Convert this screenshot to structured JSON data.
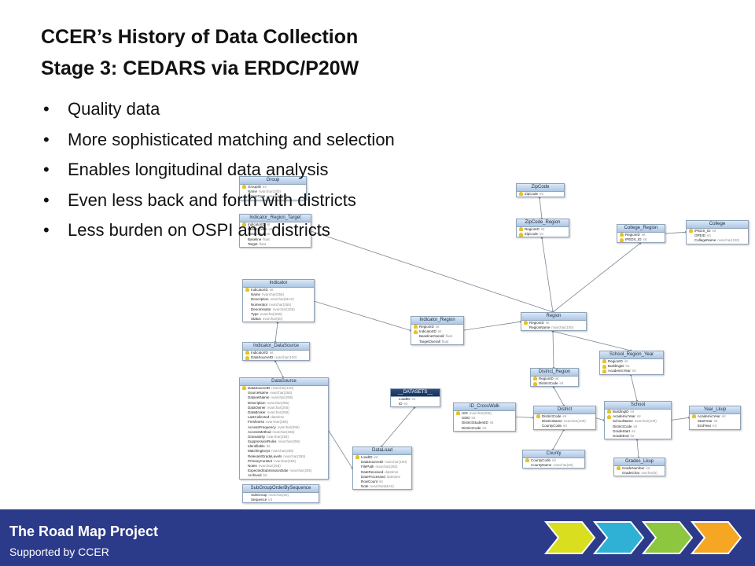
{
  "slide": {
    "title_line1": "CCER’s History of Data Collection",
    "title_line2": "Stage 3: CEDARS via ERDC/P20W",
    "bullet_symbol": "•",
    "bullets": [
      "Quality data",
      "More sophisticated matching and selection",
      "Enables longitudinal data analysis",
      "Even less back and forth with districts",
      "Less burden on OSPI and districts"
    ]
  },
  "footer": {
    "title": "The Road Map Project",
    "subtitle": "Supported by CCER",
    "background": "#2c3a8a",
    "chevron_colors": [
      "#d9df1f",
      "#2fb1d6",
      "#8dc63f",
      "#f5a623"
    ]
  },
  "diagram": {
    "entities": [
      {
        "id": "group",
        "name": "Group",
        "fields": [
          {
            "n": "GroupID",
            "t": "int",
            "pk": true
          },
          {
            "n": "Name",
            "t": "nvarchar(100)"
          },
          {
            "n": "GroupType",
            "t": "nvarchar(50)"
          }
        ]
      },
      {
        "id": "indicator_region_target",
        "name": "Indicator_Region_Target",
        "fields": [
          {
            "n": "IndicatorID",
            "t": "int",
            "pk": true
          },
          {
            "n": "DistrictCode",
            "t": "int"
          },
          {
            "n": "Year",
            "t": "datetime"
          },
          {
            "n": "Baseline",
            "t": "float"
          },
          {
            "n": "Target",
            "t": "float"
          }
        ]
      },
      {
        "id": "indicator",
        "name": "Indicator",
        "fields": [
          {
            "n": "IndicatorID",
            "t": "int",
            "pk": true
          },
          {
            "n": "Name",
            "t": "nvarchar(255)"
          },
          {
            "n": "Description",
            "t": "nvarchar(MAX)"
          },
          {
            "n": "Numerator",
            "t": "nvarchar(255)"
          },
          {
            "n": "Denominator",
            "t": "nvarchar(255)"
          },
          {
            "n": "Type",
            "t": "nvarchar(255)"
          },
          {
            "n": "Status",
            "t": "nvarchar(50)"
          }
        ]
      },
      {
        "id": "indicator_datasource",
        "name": "Indicator_DataSource",
        "fields": [
          {
            "n": "IndicatorID",
            "t": "int",
            "pk": true
          },
          {
            "n": "DataSourceID",
            "t": "nvarchar(100)",
            "pk": true
          }
        ]
      },
      {
        "id": "datasource",
        "name": "DataSource",
        "fields": [
          {
            "n": "DataSourceID",
            "t": "nvarchar(100)",
            "pk": true
          },
          {
            "n": "SourceName",
            "t": "nvarchar(255)"
          },
          {
            "n": "DatasetName",
            "t": "nvarchar(255)"
          },
          {
            "n": "Description",
            "t": "nvarchar(255)"
          },
          {
            "n": "DataOwner",
            "t": "nvarchar(255)"
          },
          {
            "n": "DataBroker",
            "t": "nvarchar(255)"
          },
          {
            "n": "LastCollected",
            "t": "datetime"
          },
          {
            "n": "Freshness",
            "t": "nvarchar(255)"
          },
          {
            "n": "AccessFrequency",
            "t": "nvarchar(255)"
          },
          {
            "n": "AccessMethod",
            "t": "nvarchar(255)"
          },
          {
            "n": "Granularity",
            "t": "nvarchar(255)"
          },
          {
            "n": "SuppressionRules",
            "t": "nvarchar(255)"
          },
          {
            "n": "Identifiable",
            "t": "bit"
          },
          {
            "n": "MatchingKeys",
            "t": "nvarchar(255)"
          },
          {
            "n": "RelevantGradeLevels",
            "t": "nvarchar(255)"
          },
          {
            "n": "PrimaryContact",
            "t": "nvarchar(255)"
          },
          {
            "n": "Notes",
            "t": "nvarchar(255)"
          },
          {
            "n": "ExpectedSubmissionDate",
            "t": "nvarchar(255)"
          },
          {
            "n": "Archived",
            "t": "bit"
          }
        ]
      },
      {
        "id": "subgrouporderbysequence",
        "name": "SubGroupOrderBySequence",
        "fields": [
          {
            "n": "SubGroup",
            "t": "nvarchar(50)"
          },
          {
            "n": "Sequence",
            "t": "int"
          }
        ]
      },
      {
        "id": "indicator_region",
        "name": "Indicator_Region",
        "fields": [
          {
            "n": "RegionID",
            "t": "int",
            "pk": true
          },
          {
            "n": "IndicatorID",
            "t": "int",
            "pk": true
          },
          {
            "n": "BaselineOverall",
            "t": "float"
          },
          {
            "n": "TargetOverall",
            "t": "float"
          }
        ]
      },
      {
        "id": "datasets",
        "name": "__DATASETS__",
        "dark": true,
        "fields": [
          {
            "n": "LoadID",
            "t": "int"
          },
          {
            "n": "ID",
            "t": "int"
          }
        ]
      },
      {
        "id": "dataload",
        "name": "DataLoad",
        "fields": [
          {
            "n": "LoadID",
            "t": "int",
            "pk": true
          },
          {
            "n": "DataSourceID",
            "t": "nvarchar(100)"
          },
          {
            "n": "FilePath",
            "t": "nvarchar(260)"
          },
          {
            "n": "DateReceived",
            "t": "datetime"
          },
          {
            "n": "DateProcessed",
            "t": "datetime"
          },
          {
            "n": "RowCount",
            "t": "int"
          },
          {
            "n": "Note",
            "t": "nvarchar(MAX)"
          }
        ]
      },
      {
        "id": "id_crosswalk",
        "name": "ID_CrossWalk",
        "fields": [
          {
            "n": "UID",
            "t": "nvarchar(255)",
            "pk": true
          },
          {
            "n": "SSID",
            "t": "int"
          },
          {
            "n": "DistrictStudentID",
            "t": "int"
          },
          {
            "n": "DistrictCode",
            "t": "int"
          }
        ]
      },
      {
        "id": "zipcode",
        "name": "ZipCode",
        "fields": [
          {
            "n": "ZipCode",
            "t": "int",
            "pk": true
          }
        ]
      },
      {
        "id": "zipcode_region",
        "name": "ZipCode_Region",
        "fields": [
          {
            "n": "RegionID",
            "t": "int",
            "pk": true
          },
          {
            "n": "ZipCode",
            "t": "int",
            "pk": true
          }
        ]
      },
      {
        "id": "college_region",
        "name": "College_Region",
        "fields": [
          {
            "n": "RegionID",
            "t": "int",
            "pk": true
          },
          {
            "n": "IPEDS_ID",
            "t": "int",
            "pk": true
          }
        ]
      },
      {
        "id": "college",
        "name": "College",
        "fields": [
          {
            "n": "IPEDS_ID",
            "t": "int",
            "pk": true
          },
          {
            "n": "OPEID",
            "t": "int"
          },
          {
            "n": "CollegeName",
            "t": "nvarchar(100)"
          }
        ]
      },
      {
        "id": "region",
        "name": "Region",
        "fields": [
          {
            "n": "RegionID",
            "t": "int",
            "pk": true
          },
          {
            "n": "RegionName",
            "t": "nvarchar(100)"
          }
        ]
      },
      {
        "id": "school_region_year",
        "name": "School_Region_Year",
        "fields": [
          {
            "n": "RegionID",
            "t": "int",
            "pk": true
          },
          {
            "n": "BuildingID",
            "t": "int",
            "pk": true
          },
          {
            "n": "AcademicYear",
            "t": "int",
            "pk": true
          }
        ]
      },
      {
        "id": "district_region",
        "name": "District_Region",
        "fields": [
          {
            "n": "RegionID",
            "t": "int",
            "pk": true
          },
          {
            "n": "DistrictCode",
            "t": "int",
            "pk": true
          }
        ]
      },
      {
        "id": "district",
        "name": "District",
        "fields": [
          {
            "n": "DistrictCode",
            "t": "int",
            "pk": true
          },
          {
            "n": "DistrictName",
            "t": "nvarchar(100)"
          },
          {
            "n": "CountyCode",
            "t": "int"
          }
        ]
      },
      {
        "id": "county",
        "name": "County",
        "fields": [
          {
            "n": "CountyCode",
            "t": "int",
            "pk": true
          },
          {
            "n": "CountyName",
            "t": "nvarchar(50)"
          }
        ]
      },
      {
        "id": "school",
        "name": "School",
        "fields": [
          {
            "n": "BuildingID",
            "t": "int",
            "pk": true
          },
          {
            "n": "AcademicYear",
            "t": "int",
            "pk": true
          },
          {
            "n": "SchoolName",
            "t": "nvarchar(100)"
          },
          {
            "n": "DistrictCode",
            "t": "int"
          },
          {
            "n": "GradeStart",
            "t": "int"
          },
          {
            "n": "GradeEnd",
            "t": "int"
          }
        ]
      },
      {
        "id": "year_lkup",
        "name": "Year_Lkup",
        "fields": [
          {
            "n": "AcademicYear",
            "t": "int",
            "pk": true
          },
          {
            "n": "StartYear",
            "t": "int"
          },
          {
            "n": "EndYear",
            "t": "int"
          }
        ]
      },
      {
        "id": "grades_lkup",
        "name": "Grades_Lkup",
        "fields": [
          {
            "n": "GradeNumber",
            "t": "int",
            "pk": true
          },
          {
            "n": "GradeChar",
            "t": "varchar(5)"
          }
        ]
      }
    ],
    "relationships": [
      [
        "zipcode",
        "zipcode_region"
      ],
      [
        "zipcode_region",
        "region"
      ],
      [
        "college",
        "college_region"
      ],
      [
        "college_region",
        "region"
      ],
      [
        "indicator_region_target",
        "region"
      ],
      [
        "indicator",
        "indicator_region"
      ],
      [
        "indicator_region",
        "region"
      ],
      [
        "indicator",
        "indicator_datasource"
      ],
      [
        "indicator_datasource",
        "datasource"
      ],
      [
        "datasource",
        "dataload"
      ],
      [
        "datasets",
        "dataload"
      ],
      [
        "region",
        "school_region_year"
      ],
      [
        "region",
        "district_region"
      ],
      [
        "district_region",
        "district"
      ],
      [
        "id_crosswalk",
        "district"
      ],
      [
        "district",
        "county"
      ],
      [
        "school_region_year",
        "school"
      ],
      [
        "school",
        "year_lkup"
      ],
      [
        "school",
        "grades_lkup"
      ],
      [
        "school",
        "district"
      ]
    ]
  }
}
